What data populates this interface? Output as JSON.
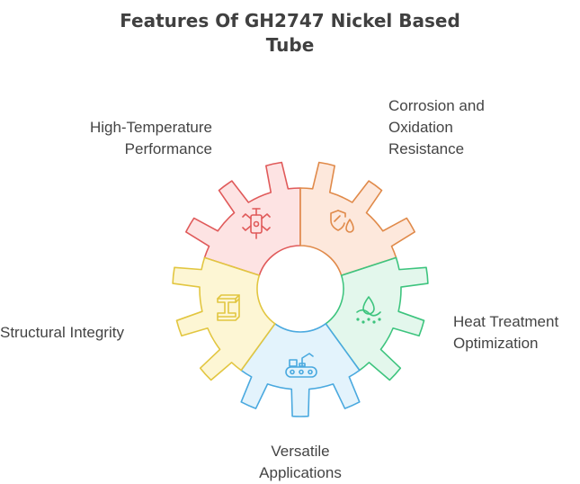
{
  "title": "Features Of GH2747 Nickel Based\nTube",
  "segments": [
    {
      "label": "High-Temperature\nPerformance",
      "icon": "engine-icon",
      "fill": "#fde3e3",
      "stroke": "#e05a5a"
    },
    {
      "label": "Corrosion and\nOxidation\nResistance",
      "icon": "shield-drop-icon",
      "fill": "#fde8dc",
      "stroke": "#e08a4a"
    },
    {
      "label": "Heat Treatment\nOptimization",
      "icon": "heat-icon",
      "fill": "#e3f7ec",
      "stroke": "#3dc47e"
    },
    {
      "label": "Versatile\nApplications",
      "icon": "robot-arm-conveyor-icon",
      "fill": "#e3f3fc",
      "stroke": "#4aa9df"
    },
    {
      "label": "Structural Integrity",
      "icon": "i-beam-icon",
      "fill": "#fdf6d4",
      "stroke": "#e2c640"
    }
  ]
}
